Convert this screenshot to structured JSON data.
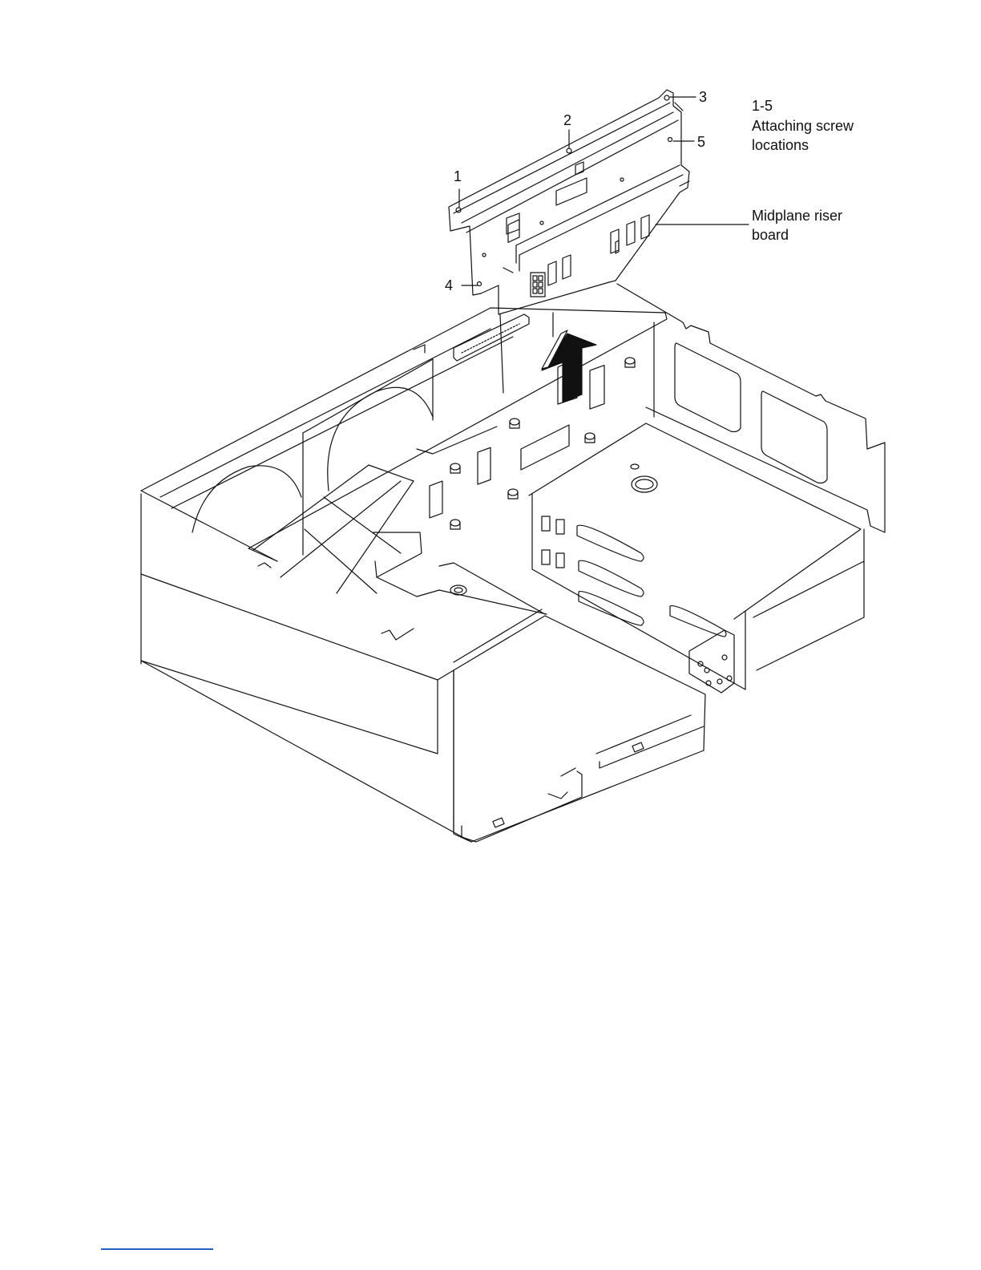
{
  "figure": {
    "callouts": {
      "c1": "1",
      "c2": "2",
      "c3": "3",
      "c4": "4",
      "c5": "5"
    },
    "legend": {
      "range": "1-5",
      "line1": "Attaching screw",
      "line2": "locations",
      "board_line1": "Midplane riser",
      "board_line2": "board"
    },
    "icons": {
      "removal_arrow": "arrow-up-icon"
    }
  },
  "colors": {
    "line": "#111111",
    "footer_rule": "#2a5fc4"
  }
}
